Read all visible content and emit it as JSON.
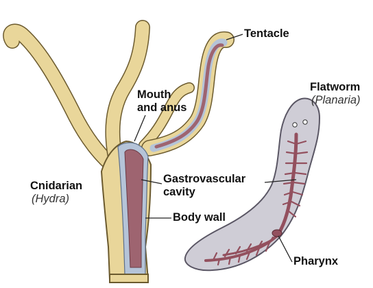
{
  "labels": {
    "tentacle": "Tentacle",
    "mouth_line1": "Mouth",
    "mouth_line2": "and anus",
    "flatworm": "Flatworm",
    "flatworm_sci": "(Planaria)",
    "gastro_line1": "Gastrovascular",
    "gastro_line2": "cavity",
    "cnidarian": "Cnidarian",
    "cnidarian_sci": "(Hydra)",
    "body_wall": "Body wall",
    "pharynx": "Pharynx"
  },
  "colors": {
    "hydra_body": "#e9d69a",
    "hydra_outline": "#6b5a2e",
    "cavity": "#9e6470",
    "wall_layer": "#b5c4d8",
    "flatworm_body": "#cfcdd6",
    "gut": "#93505e",
    "leader": "#222222"
  }
}
